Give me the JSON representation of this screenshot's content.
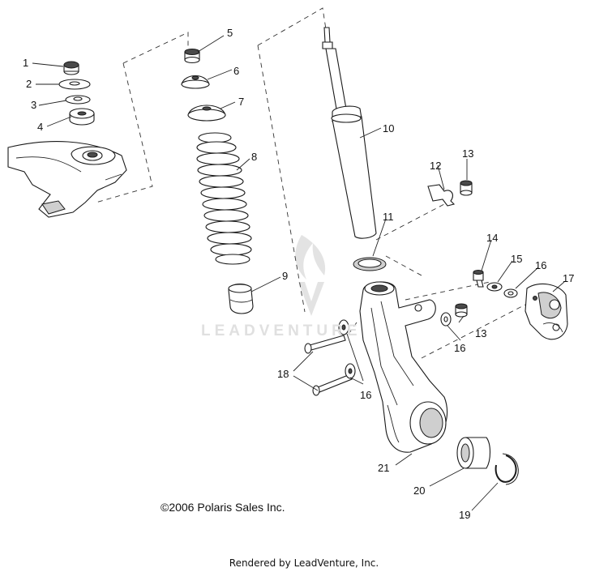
{
  "watermark": "LEADVENTURE",
  "copyright": "©2006 Polaris Sales Inc.",
  "footer": "Rendered by LeadVenture, Inc.",
  "callouts": {
    "c1": "1",
    "c2": "2",
    "c3": "3",
    "c4": "4",
    "c5": "5",
    "c6": "6",
    "c7": "7",
    "c8": "8",
    "c9": "9",
    "c10": "10",
    "c11": "11",
    "c12": "12",
    "c13a": "13",
    "c13b": "13",
    "c14": "14",
    "c15": "15",
    "c16a": "16",
    "c16b": "16",
    "c16c": "16",
    "c17": "17",
    "c18": "18",
    "c19": "19",
    "c20": "20",
    "c21": "21"
  }
}
